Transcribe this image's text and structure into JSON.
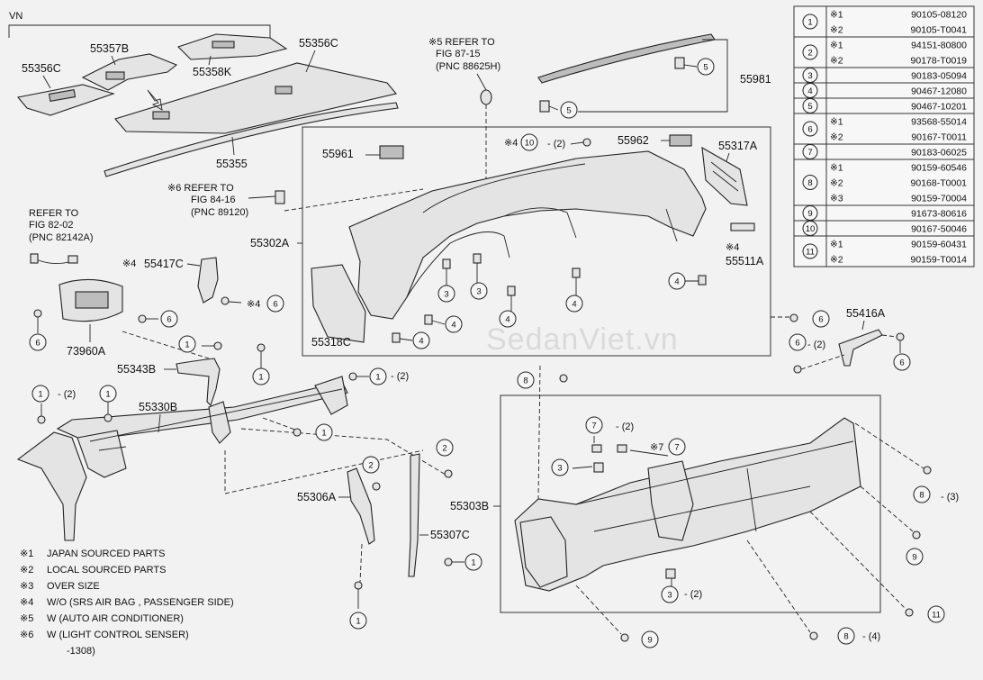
{
  "region": "VN",
  "watermark": "SedanViet.vn",
  "parts": {
    "p55356C_left": "55356C",
    "p55357B": "55357B",
    "p55358K": "55358K",
    "p55356C_top": "55356C",
    "p55355": "55355",
    "p55981": "55981",
    "p55961": "55961",
    "p55962": "55962",
    "p55317A": "55317A",
    "p55302A": "55302A",
    "p55511A": "55511A",
    "p55318C": "55318C",
    "p55417C": "55417C",
    "p73960A": "73960A",
    "p55343B": "55343B",
    "p55330B": "55330B",
    "p55306A": "55306A",
    "p55307C": "55307C",
    "p55303B": "55303B",
    "p55416A": "55416A"
  },
  "refs": {
    "ref5": {
      "mark": "※5",
      "line1": "REFER TO",
      "line2": "FIG 87-15",
      "line3": "(PNC 88625H)"
    },
    "ref6": {
      "mark": "※6",
      "line1": "REFER TO",
      "line2": "FIG 84-16",
      "line3": "(PNC 89120)"
    },
    "ref82": {
      "line1": "REFER TO",
      "line2": "FIG 82-02",
      "line3": "(PNC 82142A)"
    }
  },
  "marks": {
    "m4_a": "※4",
    "m4_b": "※4",
    "m4_c": "※4",
    "m4_d": "※4",
    "m7": "※7",
    "m6": "※6"
  },
  "qty": {
    "q10": "- (2)",
    "q6": "- (2)",
    "q1a": "- (2)",
    "q1b": "- (2)",
    "q7": "- (2)",
    "q8a": "- (3)",
    "q3": "- (2)",
    "q8b": "- (4)"
  },
  "callouts": [
    "1",
    "2",
    "3",
    "4",
    "5",
    "6",
    "7",
    "8",
    "9",
    "10",
    "11"
  ],
  "notes": [
    {
      "mark": "※1",
      "text": "JAPAN SOURCED PARTS"
    },
    {
      "mark": "※2",
      "text": "LOCAL SOURCED PARTS"
    },
    {
      "mark": "※3",
      "text": "OVER SIZE"
    },
    {
      "mark": "※4",
      "text": "W/O (SRS AIR BAG , PASSENGER SIDE)"
    },
    {
      "mark": "※5",
      "text": "W (AUTO AIR CONDITIONER)"
    },
    {
      "mark": "※6",
      "text": "W (LIGHT CONTROL SENSER)"
    }
  ],
  "date_code": "-1308)",
  "table": [
    {
      "no": "1",
      "rows": [
        {
          "mark": "※1",
          "part": "90105-08120"
        },
        {
          "mark": "※2",
          "part": "90105-T0041"
        }
      ]
    },
    {
      "no": "2",
      "rows": [
        {
          "mark": "※1",
          "part": "94151-80800"
        },
        {
          "mark": "※2",
          "part": "90178-T0019"
        }
      ]
    },
    {
      "no": "3",
      "rows": [
        {
          "mark": "",
          "part": "90183-05094"
        }
      ]
    },
    {
      "no": "4",
      "rows": [
        {
          "mark": "",
          "part": "90467-12080"
        }
      ]
    },
    {
      "no": "5",
      "rows": [
        {
          "mark": "",
          "part": "90467-10201"
        }
      ]
    },
    {
      "no": "6",
      "rows": [
        {
          "mark": "※1",
          "part": "93568-55014"
        },
        {
          "mark": "※2",
          "part": "90167-T0011"
        }
      ]
    },
    {
      "no": "7",
      "rows": [
        {
          "mark": "",
          "part": "90183-06025"
        }
      ]
    },
    {
      "no": "8",
      "rows": [
        {
          "mark": "※1",
          "part": "90159-60546"
        },
        {
          "mark": "※2",
          "part": "90168-T0001"
        },
        {
          "mark": "※3",
          "part": "90159-70004"
        }
      ]
    },
    {
      "no": "9",
      "rows": [
        {
          "mark": "",
          "part": "91673-80616"
        }
      ]
    },
    {
      "no": "10",
      "rows": [
        {
          "mark": "",
          "part": "90167-50046"
        }
      ]
    },
    {
      "no": "11",
      "rows": [
        {
          "mark": "※1",
          "part": "90159-60431"
        },
        {
          "mark": "※2",
          "part": "90159-T0014"
        }
      ]
    }
  ]
}
